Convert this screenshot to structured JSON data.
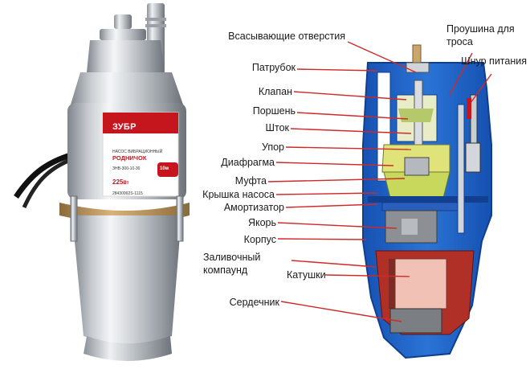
{
  "labels": {
    "left": [
      "Всасывающие отверстия",
      "Патрубок",
      "Клапан",
      "Поршень",
      "Шток",
      "Упор",
      "Диафрагма",
      "Муфта",
      "Крышка насоса",
      "Амортизатор",
      "Якорь",
      "Корпус",
      "Заливочный компаунд",
      "Сердечник"
    ],
    "coils": "Катушки",
    "eyelet": "Проушина для троса",
    "cord": "Шнур питания"
  },
  "product": {
    "brand": "ЗУБР",
    "subtitle": "НАСОС ВИБРАЦИОННЫЙ",
    "model_name": "РОДНИЧОК",
    "model_code": "ЗНВ-300-10-30",
    "power": "225",
    "power_unit": "Вт",
    "depth_badge": "10м",
    "serial": "28430092S-1115"
  },
  "colors": {
    "body_blue": "#1f5fbf",
    "body_blue_dark": "#0f3f8c",
    "label_red": "#c4161c",
    "leader_red": "#cf2a2a",
    "coil_pink": "#f2c1b6",
    "steel_light": "#e9ecef",
    "steel_mid": "#b9bec4",
    "steel_dark": "#7e848b"
  }
}
